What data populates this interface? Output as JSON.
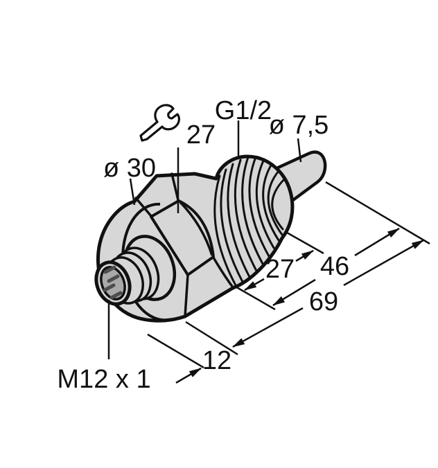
{
  "drawing": {
    "title": "threaded-flow-sensor-dimension-drawing",
    "labels": {
      "process_thread": "G1/2",
      "tip_diameter": "ø 7,5",
      "body_diameter": "ø 30",
      "wrench_size": "27",
      "dim_thread_length": "27",
      "dim_insert_length": "46",
      "dim_body_length": "69",
      "dim_connector_length": "12",
      "connector_thread": "M12 x 1"
    },
    "icons": [
      "wrench-icon"
    ],
    "colors": {
      "line": "#111111",
      "body_fill": "#d7d7d7",
      "connector_face_fill": "#a9a9a9",
      "connector_pin_fill": "#4d4d4d",
      "background": "#ffffff"
    }
  }
}
